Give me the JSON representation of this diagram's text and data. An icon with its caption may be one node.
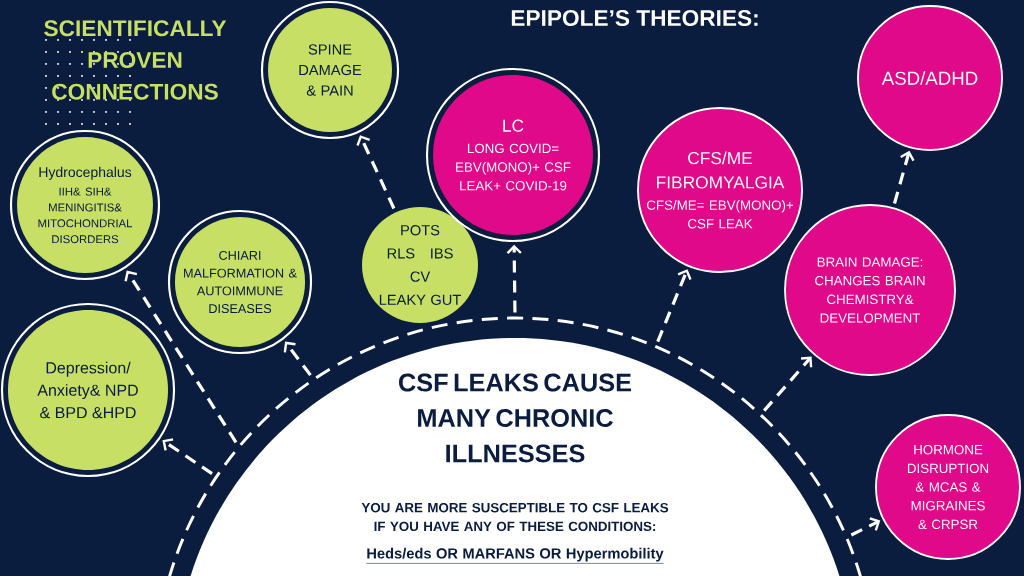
{
  "diagram": {
    "title": "EPIPOLE’S THEORIES:",
    "nodes": [
      {
        "text": [
          "CSF LEAKS CAUSE MANY CHRONIC ILLNESSES",
          "YOU ARE MORE SUSCEPTIBLE TO CSF LEAKS IF YOU HAVE ANY OF THESE CONDITIONS:",
          "Heds/eds OR MARFANS OR Hypermobility"
        ]
      },
      {
        "text": [
          "Hydrocephalus",
          "IIH& SIH& MENINGITIS& MITOCHONDRIAL DISORDERS"
        ]
      },
      {
        "text": [
          "SPINE DAMAGE & PAIN"
        ]
      },
      {
        "text": [
          "CHIARI MALFORMATION & AUTOIMMUNE DISEASES"
        ]
      },
      {
        "text": [
          "POTS",
          "RLS",
          "IBS",
          "CV",
          "LEAKY GUT"
        ]
      },
      {
        "text": [
          "Depression/ Anxiety& NPD & BPD &HPD"
        ]
      },
      {
        "text": [
          "LC",
          "LONG COVID= EBV(MONO)+ CSF LEAK+ COVID-19"
        ]
      },
      {
        "text": [
          "CFS/ME FIBROMYALGIA",
          "CFS/ME= EBV(MONO)+ CSF LEAK"
        ]
      },
      {
        "text": [
          "ASD/ADHD"
        ]
      },
      {
        "text": [
          "BRAIN DAMAGE: CHANGES BRAIN CHEMISTRY& DEVELOPMENT"
        ]
      },
      {
        "text": [
          "HORMONE DISRUPTION & MCAS & MIGRAINES & CRPSR"
        ]
      }
    ],
    "edges": [
      {
        "from": 0,
        "to": 5,
        "arrow": "to"
      },
      {
        "from": 0,
        "to": 1,
        "arrow": "to"
      },
      {
        "from": 0,
        "to": 3,
        "arrow": "to"
      },
      {
        "from": 4,
        "to": 2,
        "arrow": "to"
      },
      {
        "from": 0,
        "to": 6,
        "arrow": "to"
      },
      {
        "from": 0,
        "to": 7,
        "arrow": "to"
      },
      {
        "from": 0,
        "to": 9,
        "arrow": "to"
      },
      {
        "from": 9,
        "to": 8,
        "arrow": "to"
      },
      {
        "from": 0,
        "to": 10,
        "arrow": "to"
      }
    ],
    "labels": [
      "SCIENTIFICALLY PROVEN CONNECTIONS"
    ]
  }
}
